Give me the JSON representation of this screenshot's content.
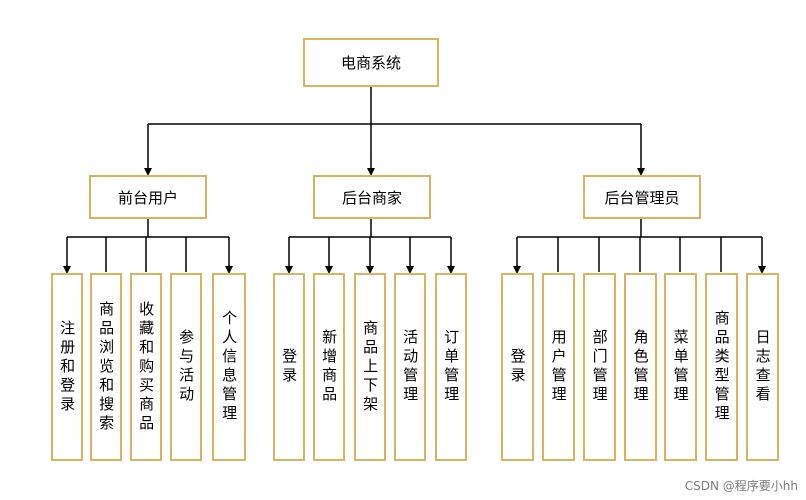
{
  "root": {
    "label": "电商系统"
  },
  "groups": [
    {
      "label": "前台用户",
      "children": [
        "注册和登录",
        "商品浏览和搜索",
        "收藏和购买商品",
        "参与活动",
        "个人信息管理"
      ]
    },
    {
      "label": "后台商家",
      "children": [
        "登录",
        "新增商品",
        "商品上下架",
        "活动管理",
        "订单管理"
      ]
    },
    {
      "label": "后台管理员",
      "children": [
        "登录",
        "用户管理",
        "部门管理",
        "角色管理",
        "菜单管理",
        "商品类型管理",
        "日志查看"
      ]
    }
  ],
  "watermark": "CSDN @程序要小hh",
  "colors": {
    "border": "#d9b45a",
    "line": "#000000"
  }
}
